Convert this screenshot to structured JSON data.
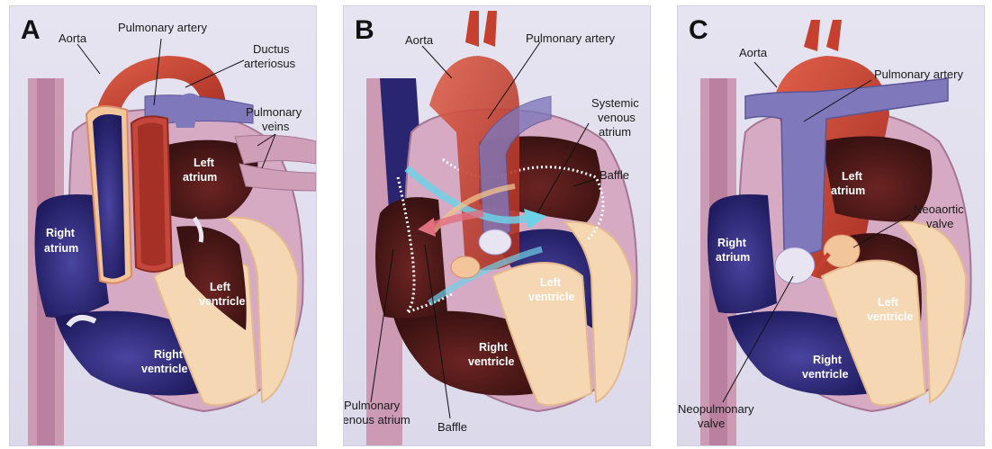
{
  "panels": [
    {
      "letter": "A",
      "labels": {
        "aorta": "Aorta",
        "pulmonary_artery": "Pulmonary artery",
        "ductus_1": "Ductus",
        "ductus_2": "arteriosus",
        "pulm_veins_1": "Pulmonary",
        "pulm_veins_2": "veins",
        "left_atrium_1": "Left",
        "left_atrium_2": "atrium",
        "right_atrium_1": "Right",
        "right_atrium_2": "atrium",
        "left_ventricle_1": "Left",
        "left_ventricle_2": "ventricle",
        "right_ventricle_1": "Right",
        "right_ventricle_2": "ventricle"
      }
    },
    {
      "letter": "B",
      "labels": {
        "aorta": "Aorta",
        "pulmonary_artery": "Pulmonary artery",
        "systemic_1": "Systemic",
        "systemic_2": "venous",
        "systemic_3": "atrium",
        "baffle_right": "Baffle",
        "left_ventricle_1": "Left",
        "left_ventricle_2": "ventricle",
        "right_ventricle_1": "Right",
        "right_ventricle_2": "ventricle",
        "pva_1": "Pulmonary",
        "pva_2": "venous atrium",
        "baffle_bottom": "Baffle"
      }
    },
    {
      "letter": "C",
      "labels": {
        "aorta": "Aorta",
        "pulmonary_artery": "Pulmonary artery",
        "left_atrium_1": "Left",
        "left_atrium_2": "atrium",
        "neoaortic_1": "Neoaortic",
        "neoaortic_2": "valve",
        "right_atrium_1": "Right",
        "right_atrium_2": "atrium",
        "left_ventricle_1": "Left",
        "left_ventricle_2": "ventricle",
        "right_ventricle_1": "Right",
        "right_ventricle_2": "ventricle",
        "neopulm_1": "Neopulmonary",
        "neopulm_2": "valve"
      }
    }
  ],
  "colors": {
    "background": "#e2dfee",
    "aorta": "#c7402f",
    "pulmonary": "#7a74b4",
    "dark_chamber": "#2a2570",
    "left_chamber": "#5a1c1a",
    "myocardium": "#f6d7b4",
    "wall_pink": "#cf9fb8",
    "valve": "#e8e4f2"
  }
}
